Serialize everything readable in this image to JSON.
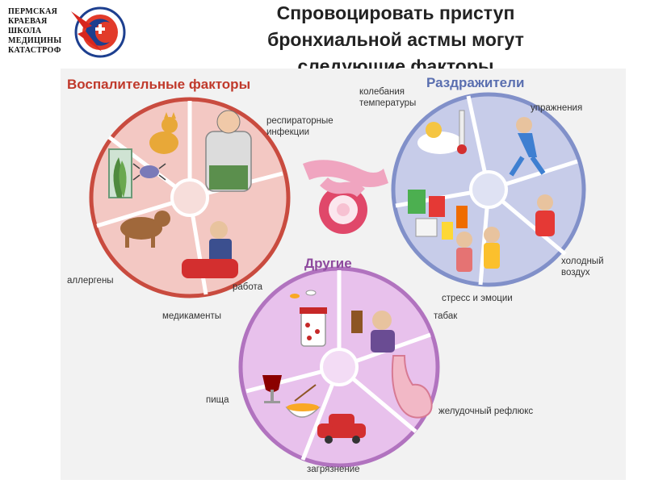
{
  "logo": {
    "lines": [
      "ПЕРМСКАЯ",
      "КРАЕВАЯ",
      "ШКОЛА",
      "МЕДИЦИНЫ",
      "КАТАСТРОФ"
    ]
  },
  "title": {
    "line1": "Спровоцировать приступ",
    "line2": "бронхиальной астмы могут",
    "line3": "следующие факторы"
  },
  "groups": {
    "inflammatory": {
      "title": "Воспалительные факторы",
      "color": "#c0392b",
      "fill": "#e8a9a3",
      "labels": {
        "respiratory": [
          "респираторные",
          "инфекции"
        ],
        "allergens": "аллергены",
        "work": "работа"
      }
    },
    "irritants": {
      "title": "Раздражители",
      "color": "#5a6fb0",
      "fill": "#a3aedb",
      "labels": {
        "temperature": [
          "колебания",
          "температуры"
        ],
        "exercise": "упражнения",
        "cold_air": [
          "холодный",
          "воздух"
        ],
        "stress": "стресс и эмоции"
      }
    },
    "other": {
      "title": "Другие",
      "color": "#8e4a9e",
      "fill": "#d9a8dd",
      "labels": {
        "medicines": "медикаменты",
        "tobacco": "табак",
        "food": "пища",
        "reflux": "желудочный рефлюкс",
        "pollution": "загрязнение"
      }
    }
  },
  "icons": {
    "logo": "medical-cross-emblem-icon",
    "cat": "cat-icon",
    "dog": "dog-icon",
    "mite": "dust-mite-icon",
    "plant": "houseplant-icon",
    "sick": "sick-person-icon",
    "worker": "worker-icon",
    "bronchus": "bronchus-icon",
    "thermometer": "thermometer-icon",
    "runner": "runner-icon",
    "cans": "paint-cans-icon",
    "people": "arguing-people-icon",
    "pills": "pill-bottle-icon",
    "smoker": "smoker-icon",
    "wine": "wine-glass-icon",
    "noodles": "food-bowl-icon",
    "car": "car-icon",
    "stomach": "stomach-icon"
  }
}
